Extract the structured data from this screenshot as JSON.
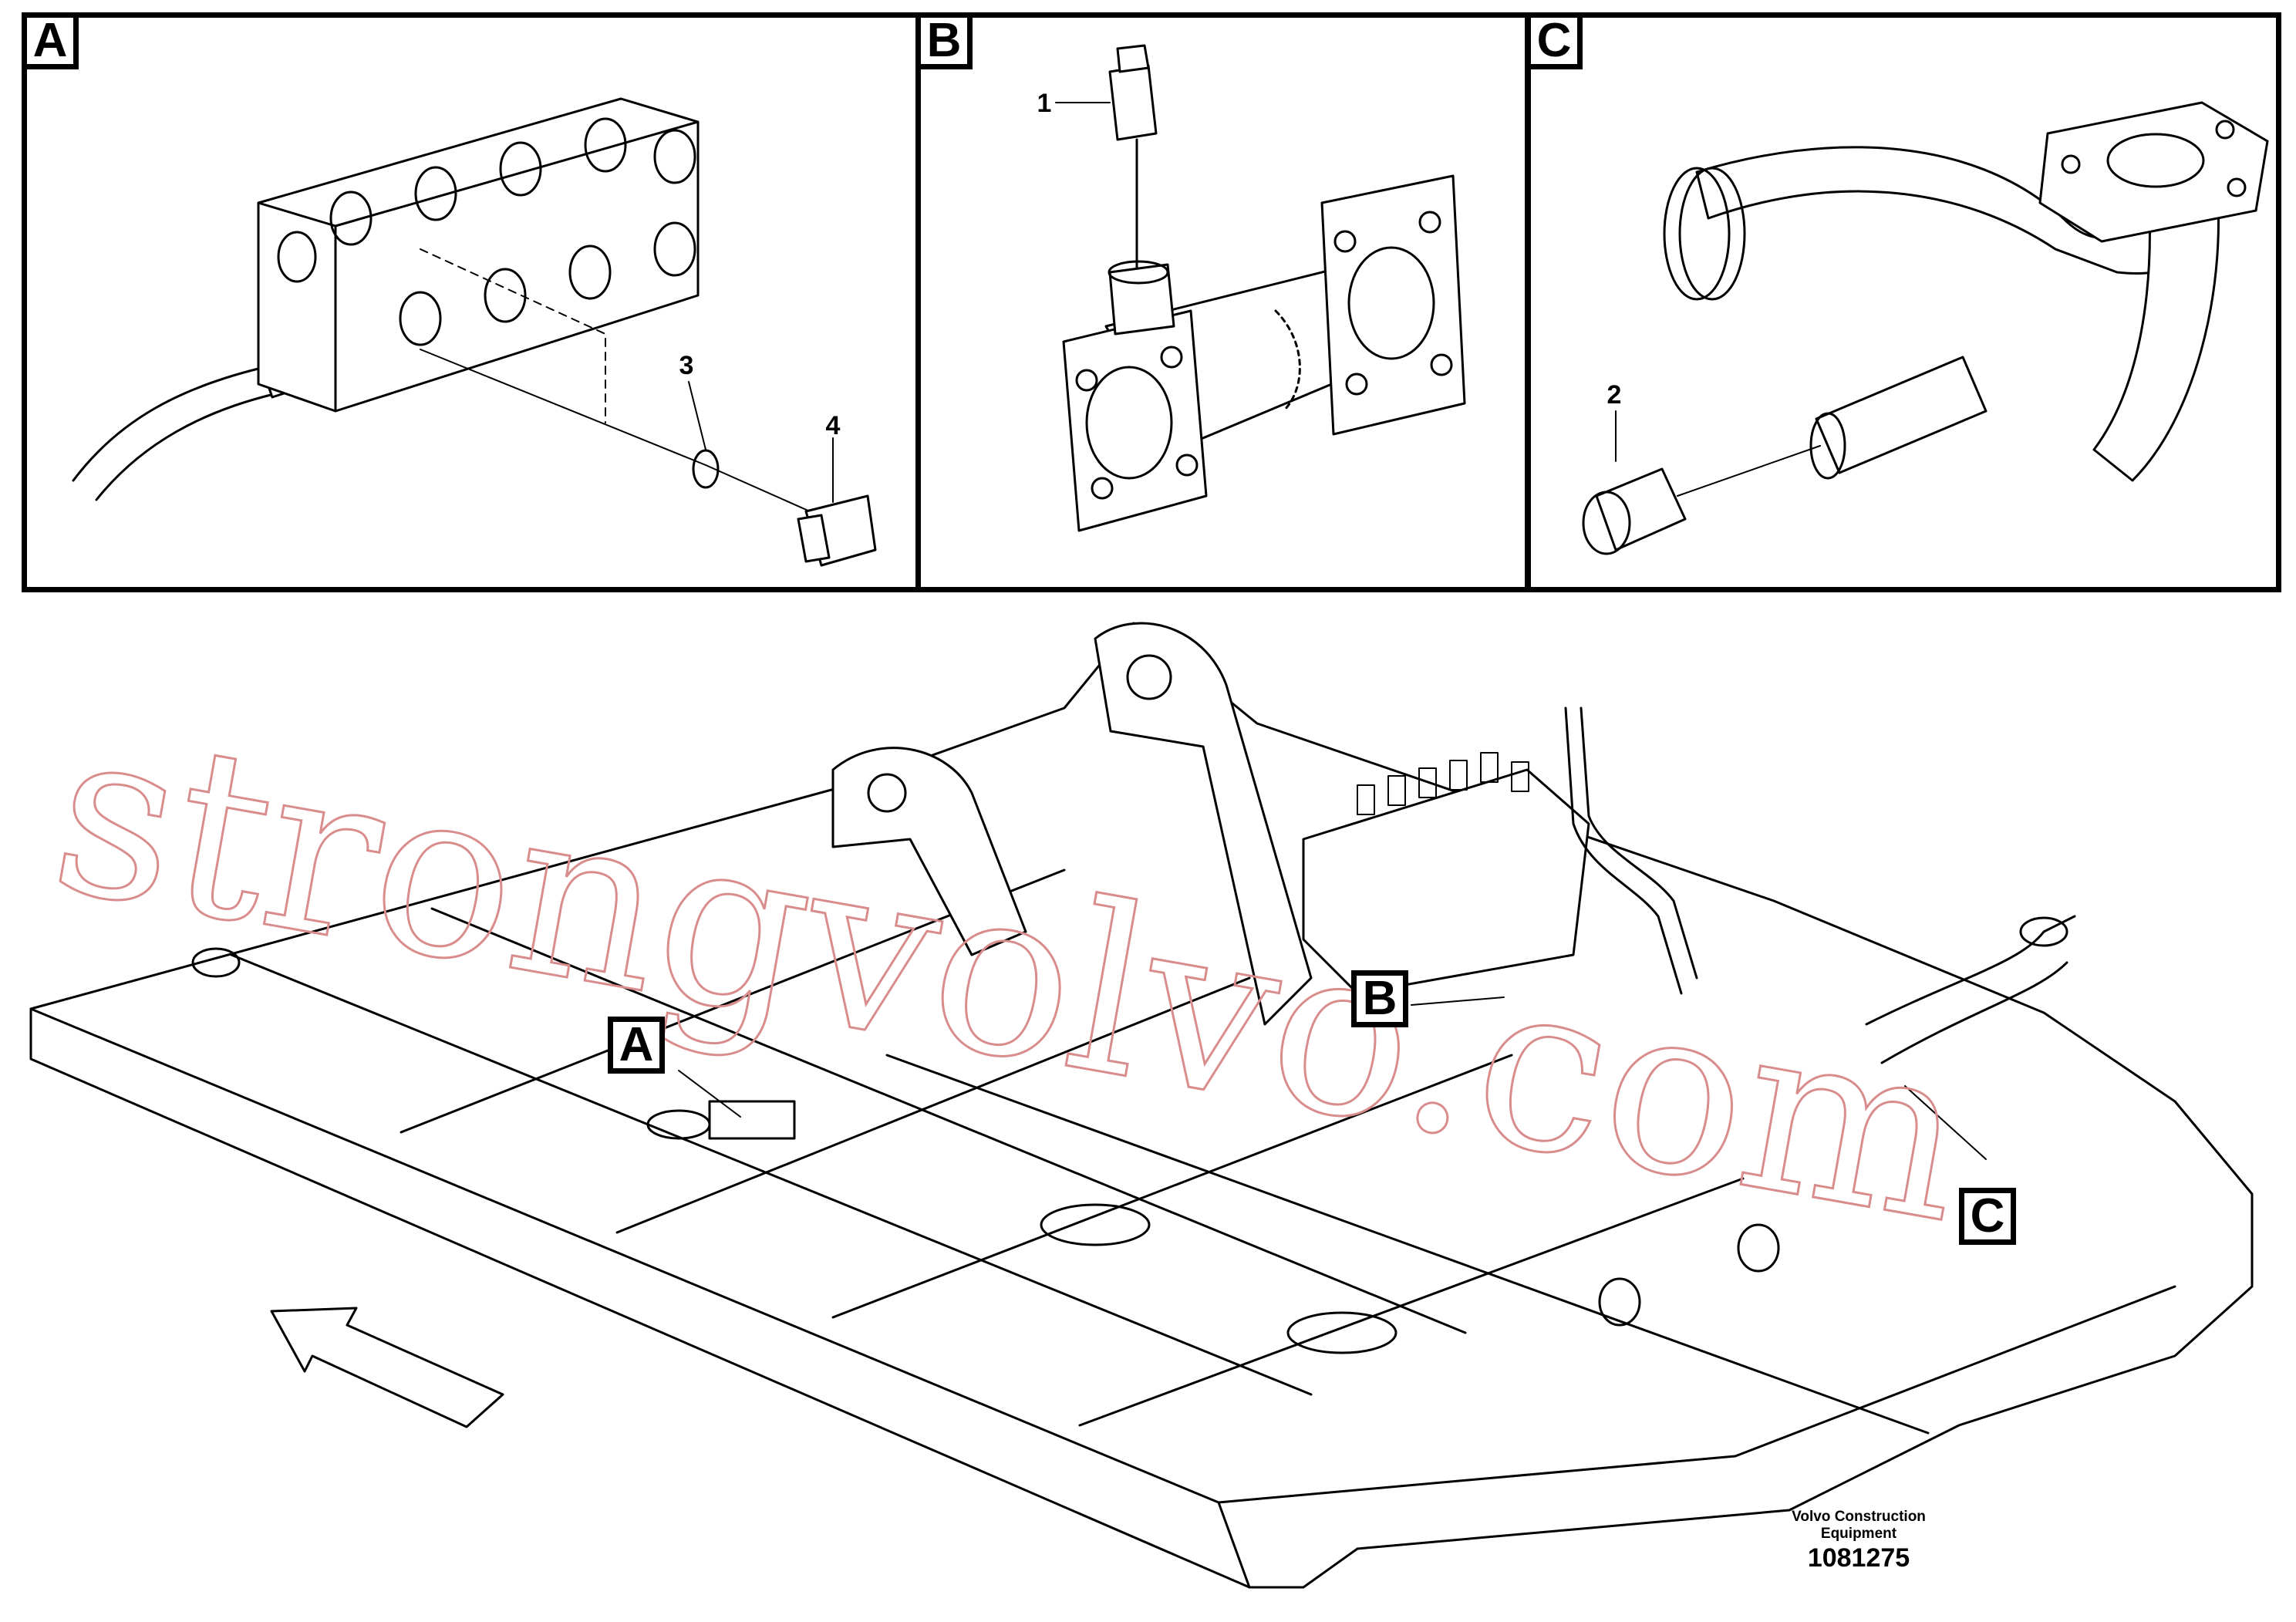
{
  "panels": [
    {
      "id": "A",
      "label": "A"
    },
    {
      "id": "B",
      "label": "B"
    },
    {
      "id": "C",
      "label": "C"
    }
  ],
  "callouts": {
    "item1": "1",
    "item2": "2",
    "item3": "3",
    "item4": "4"
  },
  "main_view_tags": {
    "a": "A",
    "b": "B",
    "c": "C"
  },
  "watermark": "strongvolvo.com",
  "caption": {
    "line1": "Volvo Construction",
    "line2": "Equipment",
    "drawing_number": "1081275"
  }
}
